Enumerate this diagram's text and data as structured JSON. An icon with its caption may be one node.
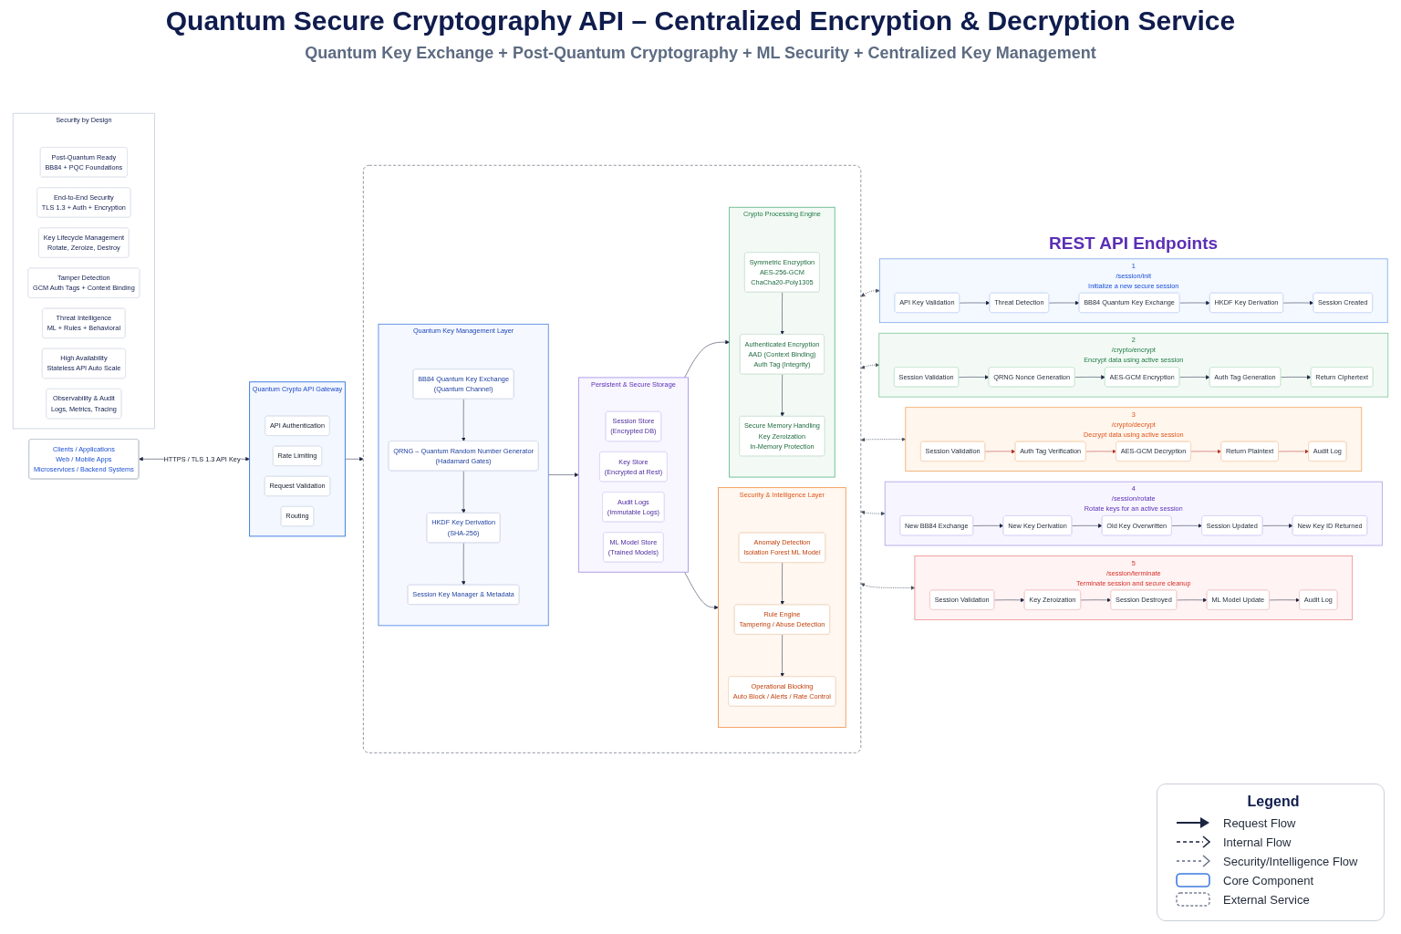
{
  "diagram": {
    "title": "Quantum Secure Cryptography API – Centralized Encryption & Decryption Service",
    "nodes": [
      {
        "text": [
          "Clients / Applications",
          "Web / Mobile Apps",
          "Microservices / Backend Systems"
        ]
      },
      {
        "text": [
          "Quantum Crypto API Gateway"
        ]
      },
      {
        "text": [
          "API Authentication"
        ],
        "in": 1
      },
      {
        "text": [
          "Rate Limiting"
        ],
        "in": 1
      },
      {
        "text": [
          "Request Validation"
        ],
        "in": 1
      },
      {
        "text": [
          "Routing"
        ],
        "in": 1
      },
      {
        "text": [],
        "shape": "box"
      },
      {
        "text": [
          "Quantum Key Management Layer"
        ],
        "in": 6
      },
      {
        "text": [
          "BB84 Quantum Key Exchange",
          "(Quantum Channel)"
        ],
        "in": 7
      },
      {
        "text": [
          "QRNG – Quantum Random Number Generator",
          "(Hadamard Gates)"
        ],
        "in": 7
      },
      {
        "text": [
          "HKDF Key Derivation",
          "(SHA-256)"
        ],
        "in": 7
      },
      {
        "text": [
          "Session Key Manager & Metadata"
        ],
        "in": 7
      },
      {
        "text": [
          "Crypto Processing Engine"
        ],
        "in": 6
      },
      {
        "text": [
          "Symmetric Encryption",
          "AES-256-GCM",
          "ChaCha20-Poly1305"
        ],
        "in": 12
      },
      {
        "text": [
          "Authenticated Encryption",
          "AAD (Context Binding)",
          "Auth Tag (Integrity)"
        ],
        "in": 12
      },
      {
        "text": [
          "Secure Memory Handling",
          "Key Zeroization",
          "In-Memory Protection"
        ],
        "in": 12
      },
      {
        "text": [
          "Security & Intelligence Layer"
        ],
        "in": 6
      },
      {
        "text": [
          "Anomaly Detection",
          "Isolation Forest ML Model"
        ],
        "in": 16
      },
      {
        "text": [
          "Rule Engine",
          "Tampering / Abuse Detection"
        ],
        "in": 16
      },
      {
        "text": [
          "Operational Blocking",
          "Auto Block / Alerts / Rate Control"
        ],
        "in": 16
      },
      {
        "text": [
          "Persistent & Secure Storage"
        ],
        "in": 6
      },
      {
        "text": [
          "Session Store",
          "(Encrypted DB)"
        ],
        "in": 20
      },
      {
        "text": [
          "Key Store",
          "(Encrypted at Rest)"
        ],
        "in": 20
      },
      {
        "text": [
          "Audit Logs",
          "(Immutable Logs)"
        ],
        "in": 20
      },
      {
        "text": [
          "ML Model Store",
          "(Trained Models)"
        ],
        "in": 20
      },
      {
        "text": [
          "1",
          "/session/init",
          "Initialize a new secure session"
        ]
      },
      {
        "text": [
          "API Key Validation"
        ],
        "in": 25
      },
      {
        "text": [
          "Threat Detection"
        ],
        "in": 25
      },
      {
        "text": [
          "BB84 Quantum Key Exchange"
        ],
        "in": 25
      },
      {
        "text": [
          "HKDF Key Derivation"
        ],
        "in": 25
      },
      {
        "text": [
          "Session Created"
        ],
        "in": 25
      },
      {
        "text": [
          "2",
          "/crypto/encrypt",
          "Encrypt data using active session"
        ]
      },
      {
        "text": [
          "Session Validation"
        ],
        "in": 31
      },
      {
        "text": [
          "QRNG Nonce Generation"
        ],
        "in": 31
      },
      {
        "text": [
          "AES-GCM Encryption"
        ],
        "in": 31
      },
      {
        "text": [
          "Auth Tag Generation"
        ],
        "in": 31
      },
      {
        "text": [
          "Return Ciphertext"
        ],
        "in": 31
      },
      {
        "text": [
          "3",
          "/crypto/decrypt",
          "Decrypt data using active session"
        ]
      },
      {
        "text": [
          "Session Validation"
        ],
        "in": 37
      },
      {
        "text": [
          "Auth Tag Verification"
        ],
        "in": 37
      },
      {
        "text": [
          "AES-GCM Decryption"
        ],
        "in": 37
      },
      {
        "text": [
          "Return Plaintext"
        ],
        "in": 37
      },
      {
        "text": [
          "Audit Log"
        ],
        "in": 37
      },
      {
        "text": [
          "4",
          "/session/rotate",
          "Rotate keys for an active session"
        ]
      },
      {
        "text": [
          "New BB84 Exchange"
        ],
        "in": 43
      },
      {
        "text": [
          "New Key Derivation"
        ],
        "in": 43
      },
      {
        "text": [
          "Old Key Overwritten"
        ],
        "in": 43
      },
      {
        "text": [
          "Session Updated"
        ],
        "in": 43
      },
      {
        "text": [
          "New Key ID Returned"
        ],
        "in": 43
      },
      {
        "text": [
          "5",
          "/session/terminate",
          "Terminate session and secure cleanup"
        ]
      },
      {
        "text": [
          "Session Validation"
        ],
        "in": 49
      },
      {
        "text": [
          "Key Zeroization"
        ],
        "in": 49
      },
      {
        "text": [
          "Session Destroyed"
        ],
        "in": 49
      },
      {
        "text": [
          "ML Model Update"
        ],
        "in": 49
      },
      {
        "text": [
          "Audit Log"
        ],
        "in": 49
      },
      {
        "text": [
          "Security by Design"
        ]
      },
      {
        "text": [
          "Post-Quantum Ready",
          "BB84 + PQC Foundations"
        ],
        "in": 55
      },
      {
        "text": [
          "End-to-End Security",
          "TLS 1.3 + Auth + Encryption"
        ],
        "in": 55
      },
      {
        "text": [
          "Key Lifecycle Management",
          "Rotate, Zeroize, Destroy"
        ],
        "in": 55
      },
      {
        "text": [
          "Tamper Detection",
          "GCM Auth Tags + Context Binding"
        ],
        "in": 55
      },
      {
        "text": [
          "Threat Intelligence",
          "ML + Rules + Behavioral"
        ],
        "in": 55
      },
      {
        "text": [
          "High Availability",
          "Stateless API Auto Scale"
        ],
        "in": 55
      },
      {
        "text": [
          "Observability & Audit",
          "Logs, Metrics, Tracing"
        ],
        "in": 55
      }
    ],
    "edges": [
      {
        "from": 0,
        "to": 1,
        "arrow": "both",
        "label": "HTTPS / TLS 1.3 API Key"
      },
      {
        "from": 1,
        "to": 6,
        "arrow": "to"
      },
      {
        "from": 8,
        "to": 9,
        "arrow": "to"
      },
      {
        "from": 9,
        "to": 10,
        "arrow": "to"
      },
      {
        "from": 10,
        "to": 11,
        "arrow": "to"
      },
      {
        "from": 13,
        "to": 14,
        "arrow": "to"
      },
      {
        "from": 14,
        "to": 15,
        "arrow": "to"
      },
      {
        "from": 17,
        "to": 18,
        "arrow": "to"
      },
      {
        "from": 18,
        "to": 19,
        "arrow": "to"
      },
      {
        "from": 7,
        "to": 20,
        "arrow": "to"
      },
      {
        "from": 20,
        "to": 12,
        "arrow": "to"
      },
      {
        "from": 20,
        "to": 16,
        "arrow": "to"
      },
      {
        "from": 6,
        "to": 25,
        "arrow": "both",
        "style": "dashed"
      },
      {
        "from": 6,
        "to": 31,
        "arrow": "both",
        "style": "dashed"
      },
      {
        "from": 6,
        "to": 37,
        "arrow": "both",
        "style": "dashed"
      },
      {
        "from": 6,
        "to": 43,
        "arrow": "both",
        "style": "dashed"
      },
      {
        "from": 6,
        "to": 49,
        "arrow": "both",
        "style": "dashed"
      },
      {
        "from": 26,
        "to": 27,
        "arrow": "to"
      },
      {
        "from": 27,
        "to": 28,
        "arrow": "to"
      },
      {
        "from": 28,
        "to": 29,
        "arrow": "to"
      },
      {
        "from": 29,
        "to": 30,
        "arrow": "to"
      },
      {
        "from": 32,
        "to": 33,
        "arrow": "to"
      },
      {
        "from": 33,
        "to": 34,
        "arrow": "to"
      },
      {
        "from": 34,
        "to": 35,
        "arrow": "to"
      },
      {
        "from": 35,
        "to": 36,
        "arrow": "to"
      },
      {
        "from": 38,
        "to": 39,
        "arrow": "to",
        "color": "#b3362d"
      },
      {
        "from": 39,
        "to": 40,
        "arrow": "to",
        "color": "#b3362d"
      },
      {
        "from": 40,
        "to": 41,
        "arrow": "to",
        "color": "#b3362d"
      },
      {
        "from": 41,
        "to": 42,
        "arrow": "to",
        "color": "#b3362d"
      },
      {
        "from": 44,
        "to": 45,
        "arrow": "to"
      },
      {
        "from": 45,
        "to": 46,
        "arrow": "to"
      },
      {
        "from": 46,
        "to": 47,
        "arrow": "to"
      },
      {
        "from": 47,
        "to": 48,
        "arrow": "to"
      },
      {
        "from": 50,
        "to": 51,
        "arrow": "to"
      },
      {
        "from": 51,
        "to": 52,
        "arrow": "to"
      },
      {
        "from": 52,
        "to": 53,
        "arrow": "to"
      },
      {
        "from": 53,
        "to": 54,
        "arrow": "to"
      }
    ],
    "labels": [
      "Quantum Key Exchange + Post-Quantum Cryptography + ML Security + Centralized Key Management",
      "REST API Endpoints",
      "Legend"
    ],
    "legend": [
      {
        "text": "Request Flow"
      },
      {
        "text": "Internal Flow"
      },
      {
        "text": "Security/Intelligence Flow"
      },
      {
        "text": "Core Component"
      },
      {
        "text": "External Service"
      }
    ]
  }
}
